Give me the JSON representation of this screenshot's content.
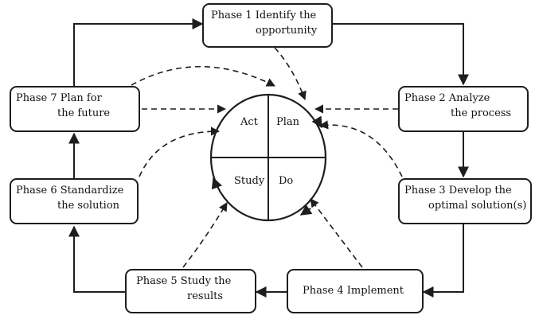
{
  "diagram": {
    "phases": [
      {
        "id": "phase1",
        "line1": "Phase 1  Identify the",
        "line2": "opportunity"
      },
      {
        "id": "phase2",
        "line1": "Phase 2  Analyze",
        "line2": "the process"
      },
      {
        "id": "phase3",
        "line1": "Phase 3  Develop the",
        "line2": "optimal solution(s)"
      },
      {
        "id": "phase4",
        "line1": "Phase 4  Implement",
        "line2": ""
      },
      {
        "id": "phase5",
        "line1": "Phase 5  Study the",
        "line2": "results"
      },
      {
        "id": "phase6",
        "line1": "Phase 6  Standardize",
        "line2": "the solution"
      },
      {
        "id": "phase7",
        "line1": "Phase 7  Plan for",
        "line2": "the future"
      }
    ],
    "cycle": {
      "act": "Act",
      "plan": "Plan",
      "study": "Study",
      "do": "Do"
    },
    "colors": {
      "stroke": "#1e1e1e",
      "text": "#111111",
      "background": "#ffffff"
    }
  }
}
